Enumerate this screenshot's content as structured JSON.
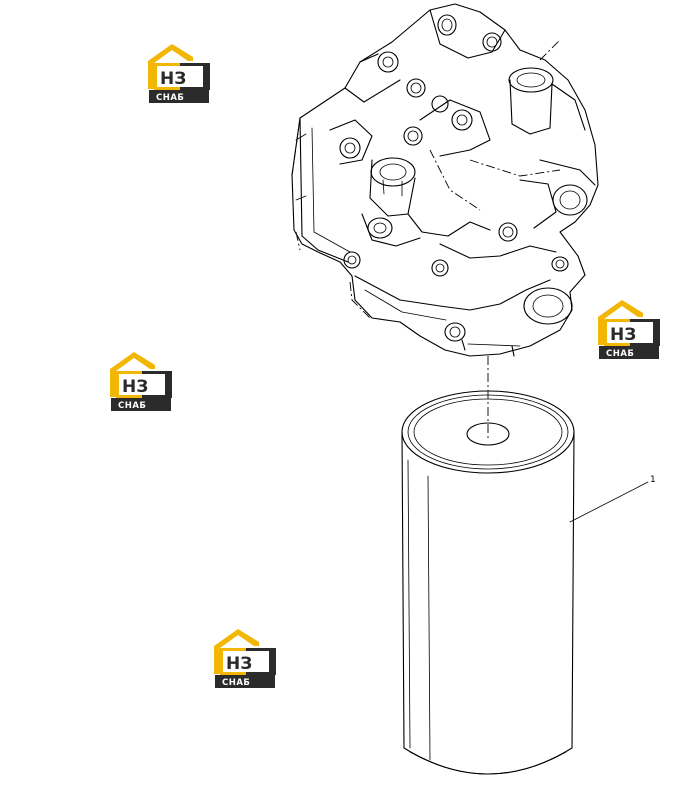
{
  "callouts": [
    {
      "id": "part-1",
      "label": "1"
    }
  ],
  "watermark": {
    "mark": "НЗ",
    "caption": "СНАБ",
    "colors": {
      "roof": "#f2b705",
      "dark": "#2b2b2b",
      "text_light": "#ffffff"
    }
  }
}
